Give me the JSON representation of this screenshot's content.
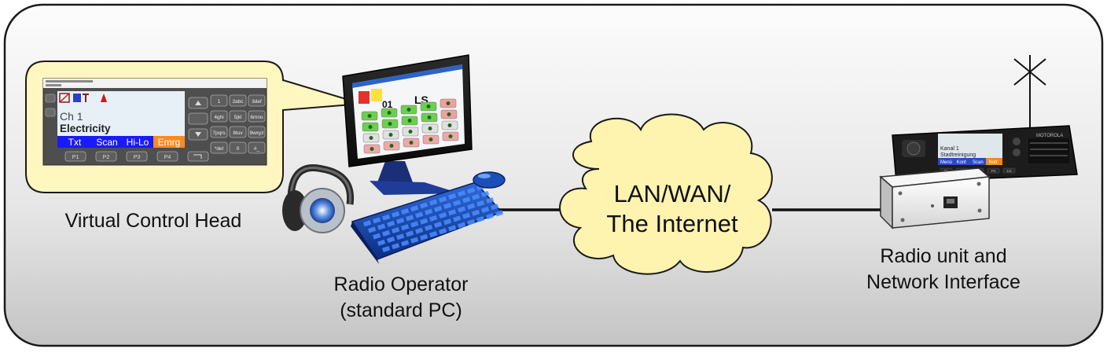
{
  "labels": {
    "virtual_control_head": "Virtual Control Head",
    "radio_operator_line1": "Radio Operator",
    "radio_operator_line2": "(standard PC)",
    "cloud_line1": "LAN/WAN/",
    "cloud_line2": "The Internet",
    "radio_unit_line1": "Radio unit and",
    "radio_unit_line2": "Network Interface"
  },
  "control_head": {
    "channel": "Ch 1",
    "name": "Electricity",
    "softkeys": [
      "Txt",
      "Scan",
      "Hi-Lo",
      "Emrg"
    ],
    "pkeys": [
      "P1",
      "P2",
      "P3",
      "P4"
    ],
    "keypad": [
      [
        "1",
        "2abc",
        "3def"
      ],
      [
        "4ghi",
        "5jkl",
        "6mno"
      ],
      [
        "7pqrs",
        "8tuv",
        "9wxyz"
      ],
      [
        "*del",
        "0",
        "#_"
      ]
    ]
  },
  "pc_screen": {
    "display_big": [
      "01",
      "LS"
    ]
  },
  "radio_unit": {
    "display_line1": "Kanal 1",
    "display_line2": "Stadtreinigung",
    "softkeys": [
      "Menü",
      "Kont",
      "Scan",
      "Notr"
    ],
    "keys": [
      "P1",
      "P2",
      "P3",
      "P4",
      "1/4"
    ],
    "brand": "MOTOROLA"
  },
  "colors": {
    "frame_fill_top": "#ffffff",
    "frame_fill_bottom": "#c8c8c8",
    "bubble_fill": "#fff8c2",
    "cloud_fill": "#fff3b0",
    "link_line": "#111111",
    "softkey_blue": "#1a1aff",
    "softkey_emrg": "#ff8a1e"
  }
}
